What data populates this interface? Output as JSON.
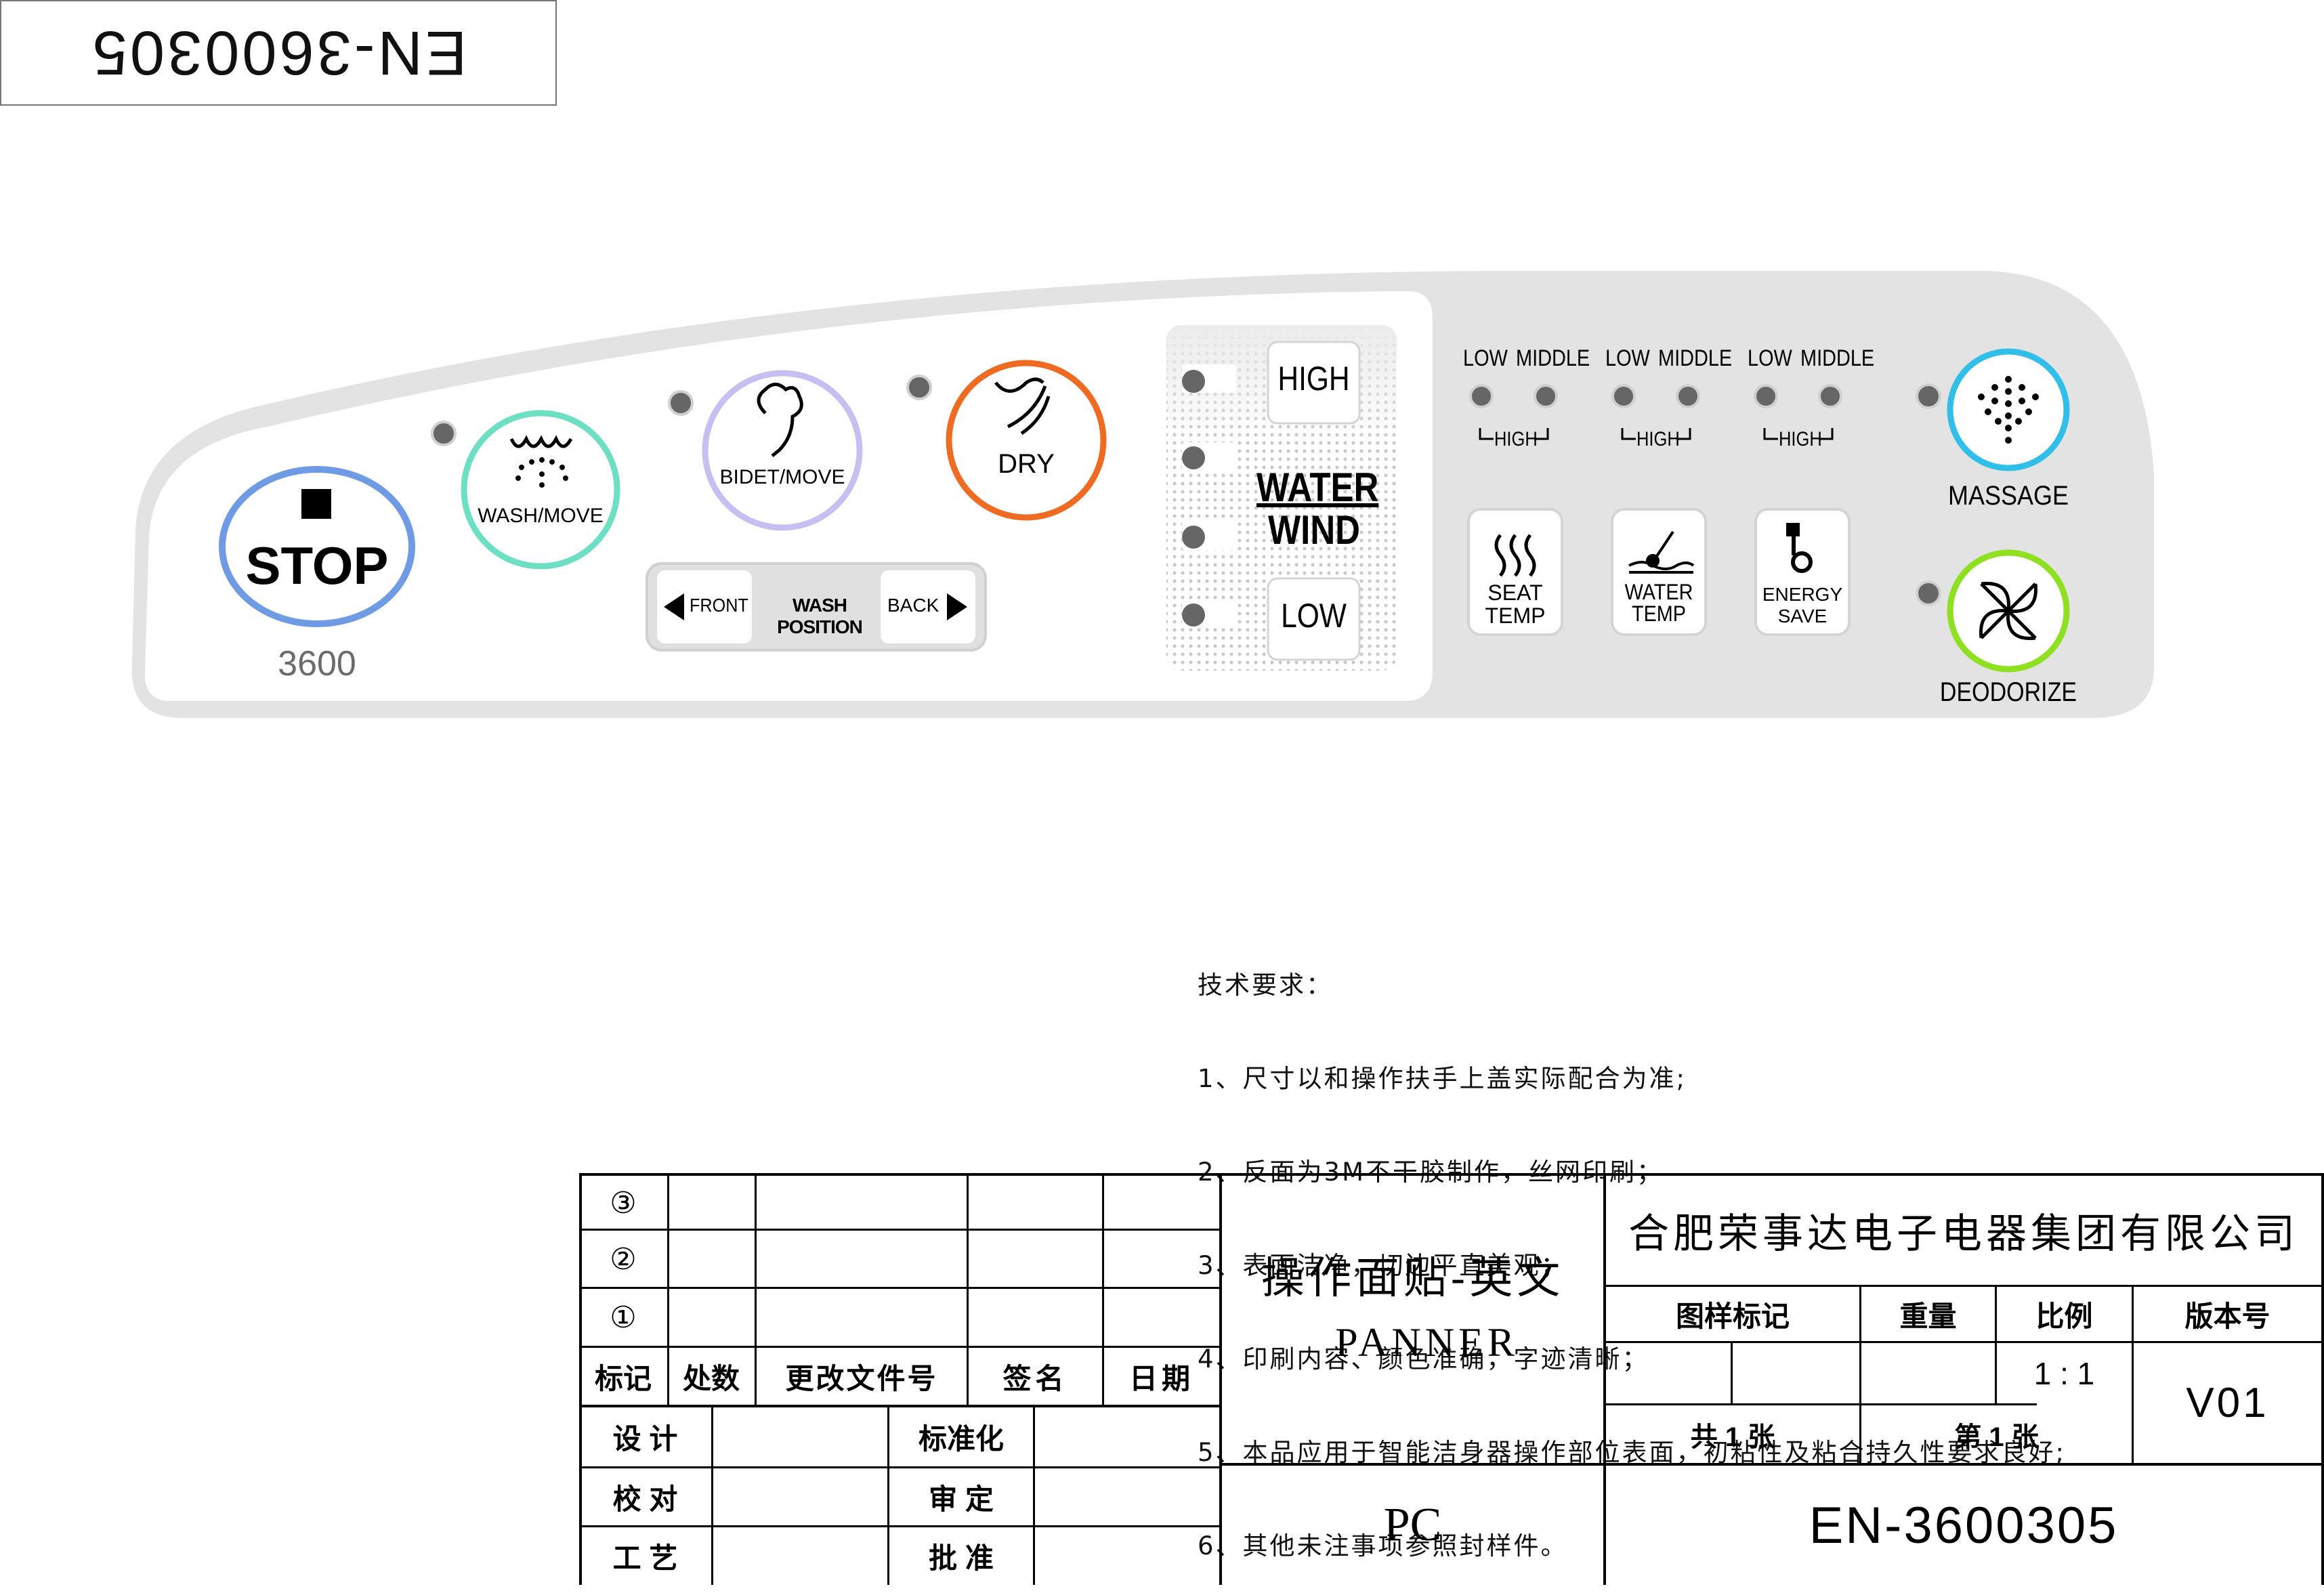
{
  "mirrored_code": "EN-3600305",
  "panel": {
    "stop_label": "STOP",
    "model": "3600",
    "wash_move": "WASH/MOVE",
    "bidet_move": "BIDET/MOVE",
    "dry": "DRY",
    "front": "FRONT",
    "wash_position": "WASH POSITION",
    "back": "BACK",
    "high": "HIGH",
    "water": "WATER",
    "wind": "WIND",
    "low": "LOW",
    "level_low": "LOW",
    "level_middle": "MIDDLE",
    "level_high": "HIGH",
    "seat_temp_1": "SEAT",
    "seat_temp_2": "TEMP",
    "water_temp_1": "WATER",
    "water_temp_2": "TEMP",
    "energy_1": "ENERGY",
    "energy_2": "SAVE",
    "massage": "MASSAGE",
    "deodorize": "DEODORIZE"
  },
  "notes": {
    "title": "技术要求：",
    "items": [
      "1、尺寸以和操作扶手上盖实际配合为准;",
      "2、反面为3M不干胶制作，丝网印刷；",
      "3、表面洁净，切边平直美观；",
      "4、印刷内容、颜色准确，字迹清晰；",
      "5、本品应用于智能洁身器操作部位表面，初粘性及粘合持久性要求良好;",
      "6、其他未注事项参照封样件。"
    ]
  },
  "title_block": {
    "rev3": "③",
    "rev2": "②",
    "rev1": "①",
    "h_mark": "标记",
    "h_count": "处数",
    "h_doc": "更改文件号",
    "h_sign": "签名",
    "h_date": "日期",
    "design": "设 计",
    "standard": "标准化",
    "check": "校 对",
    "review": "审 定",
    "craft": "工 艺",
    "approve": "批 准",
    "part_name": "操作面贴-英文",
    "part_name_en": "PANNER",
    "material": "PC",
    "company": "合肥荣事达电子电器集团有限公司",
    "h_drawing_mark": "图样标记",
    "h_weight": "重量",
    "h_scale": "比例",
    "h_version": "版本号",
    "scale": "1 : 1",
    "version": "V01",
    "sheets_total": "共 1 张",
    "sheet_no": "第 1 张",
    "drawing_no": "EN-3600305"
  }
}
